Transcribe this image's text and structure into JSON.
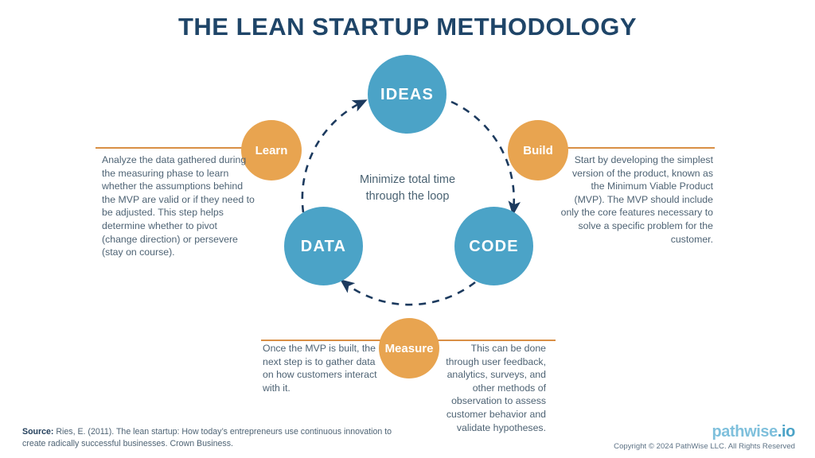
{
  "page": {
    "title": "THE LEAN STARTUP METHODOLOGY",
    "background_color": "#ffffff",
    "title_color": "#1f4568"
  },
  "colors": {
    "blue": "#4ba3c7",
    "orange": "#e8a450",
    "rule": "#d98f45",
    "arc": "#1c3a5e",
    "body_text": "#4e6374"
  },
  "diagram": {
    "center_note": "Minimize total time through the loop",
    "main_nodes": [
      {
        "id": "ideas",
        "label": "IDEAS",
        "color": "#4ba3c7"
      },
      {
        "id": "data",
        "label": "DATA",
        "color": "#4ba3c7"
      },
      {
        "id": "code",
        "label": "CODE",
        "color": "#4ba3c7"
      }
    ],
    "action_nodes": [
      {
        "id": "learn",
        "label": "Learn",
        "color": "#e8a450"
      },
      {
        "id": "build",
        "label": "Build",
        "color": "#e8a450"
      },
      {
        "id": "measure",
        "label": "Measure",
        "color": "#e8a450"
      }
    ],
    "flow": [
      {
        "from": "IDEAS",
        "to": "CODE",
        "via": "Build"
      },
      {
        "from": "CODE",
        "to": "DATA",
        "via": "Measure"
      },
      {
        "from": "DATA",
        "to": "IDEAS",
        "via": "Learn"
      }
    ],
    "descriptions": {
      "build": "Start by developing the simplest version of the product, known as the Minimum Viable Product (MVP). The MVP should include only the core features necessary to solve a specific problem for the customer.",
      "measure_left": "Once the MVP is built, the next step is to gather data on how customers interact with it.",
      "measure_right": "This can be done through user feedback, analytics, surveys, and other methods of observation to assess customer behavior and validate hypotheses.",
      "learn": "Analyze the data gathered during the measuring phase to learn whether the assumptions behind the MVP are valid or if they need to be adjusted. This step helps determine whether to pivot (change direction) or persevere (stay on course)."
    }
  },
  "footer": {
    "source_label": "Source:",
    "source_text": " Ries, E. (2011). The lean startup: How today’s entrepreneurs use continuous innovation to create radically successful businesses. Crown Business.",
    "logo_main": "pathwise",
    "logo_suffix": ".io",
    "copyright": "Copyright © 2024 PathWise LLC. All Rights Reserved"
  }
}
